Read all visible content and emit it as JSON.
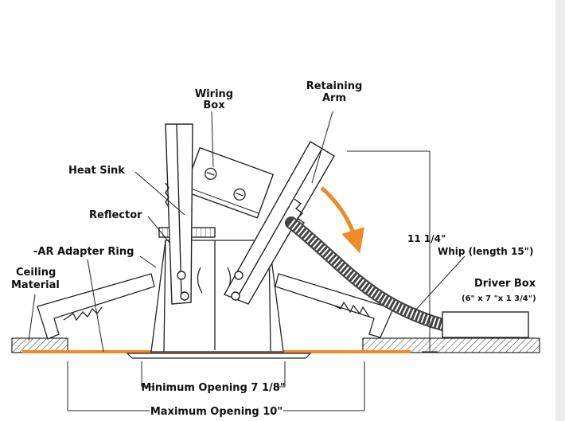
{
  "diagram": {
    "labels": {
      "wiring_box_line1": "Wiring",
      "wiring_box_line2": "Box",
      "retaining_arm_line1": "Retaining",
      "retaining_arm_line2": "Arm",
      "heat_sink": "Heat Sink",
      "reflector": "Reflector",
      "ar_adapter_ring": "-AR Adapter Ring",
      "ceiling_material_line1": "Ceiling",
      "ceiling_material_line2": "Material",
      "height_dimension": "11 1/4\"",
      "whip": "Whip (length 15\")",
      "driver_box": "Driver Box",
      "driver_box_dims": "(6\" x 7 \"x 1 3/4\")",
      "minimum_opening": "Minimum Opening 7 1/8\"",
      "maximum_opening": "Maximum Opening 10\""
    },
    "colors": {
      "accent_orange": "#f08a24",
      "line": "#1a1a1a",
      "background": "#ffffff",
      "page_margin": "#ececec"
    }
  }
}
